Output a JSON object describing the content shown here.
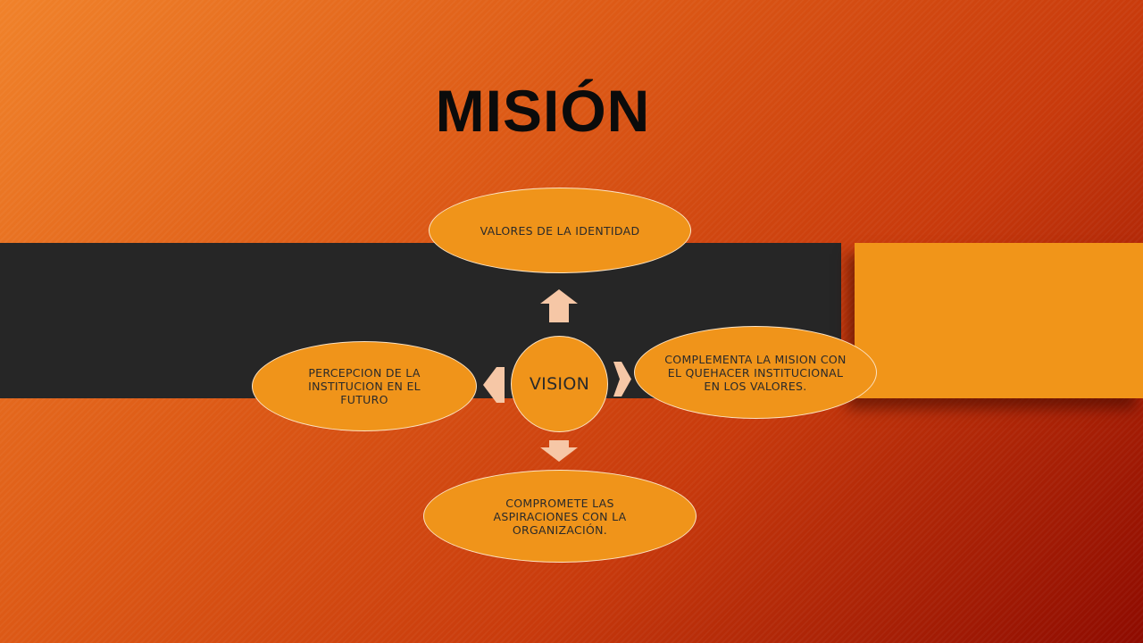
{
  "slide": {
    "title": "MISIÓN"
  },
  "diagram": {
    "center": "VISION",
    "nodes": {
      "top": "VALORES DE LA IDENTIDAD",
      "right": "COMPLEMENTA LA MISION CON EL QUEHACER INSTITUCIONAL EN LOS VALORES.",
      "bottom": "COMPROMETE LAS ASPIRACIONES CON LA ORGANIZACIÓN.",
      "left": "PERCEPCION DE LA INSTITUCION EN EL FUTURO"
    },
    "arrow_icons": [
      "arrow-up-icon",
      "arrow-right-icon",
      "arrow-down-icon",
      "arrow-left-icon"
    ]
  },
  "colors": {
    "node_fill": "#f0941a",
    "node_border": "#fbe3c4",
    "arrow_fill": "#f6c7a6",
    "band": "#262626",
    "accent_block": "#f19519",
    "title": "#0b0b0b"
  }
}
